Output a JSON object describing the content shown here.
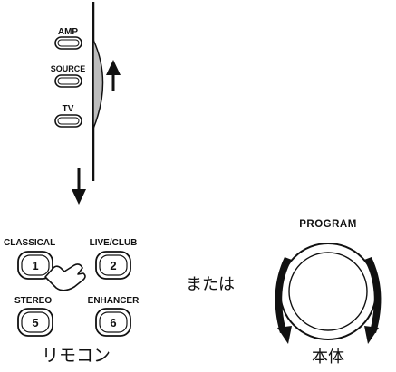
{
  "remote_top": {
    "buttons": [
      {
        "label": "AMP"
      },
      {
        "label": "SOURCE"
      },
      {
        "label": "TV"
      }
    ]
  },
  "remote_keys": [
    {
      "label": "CLASSICAL",
      "number": "1"
    },
    {
      "label": "LIVE/CLUB",
      "number": "2"
    },
    {
      "label": "STEREO",
      "number": "5"
    },
    {
      "label": "ENHANCER",
      "number": "6"
    }
  ],
  "connector_text": "または",
  "caption_remote": "リモコン",
  "knob_label": "PROGRAM",
  "caption_unit": "本体",
  "icons": [
    "arrow-up-icon",
    "arrow-down-icon",
    "finger-press-icon",
    "rotate-left-arrow-icon",
    "rotate-right-arrow-icon"
  ],
  "colors": {
    "ink": "#111111",
    "slide_gray": "#bdbdbd",
    "background": "#ffffff"
  }
}
